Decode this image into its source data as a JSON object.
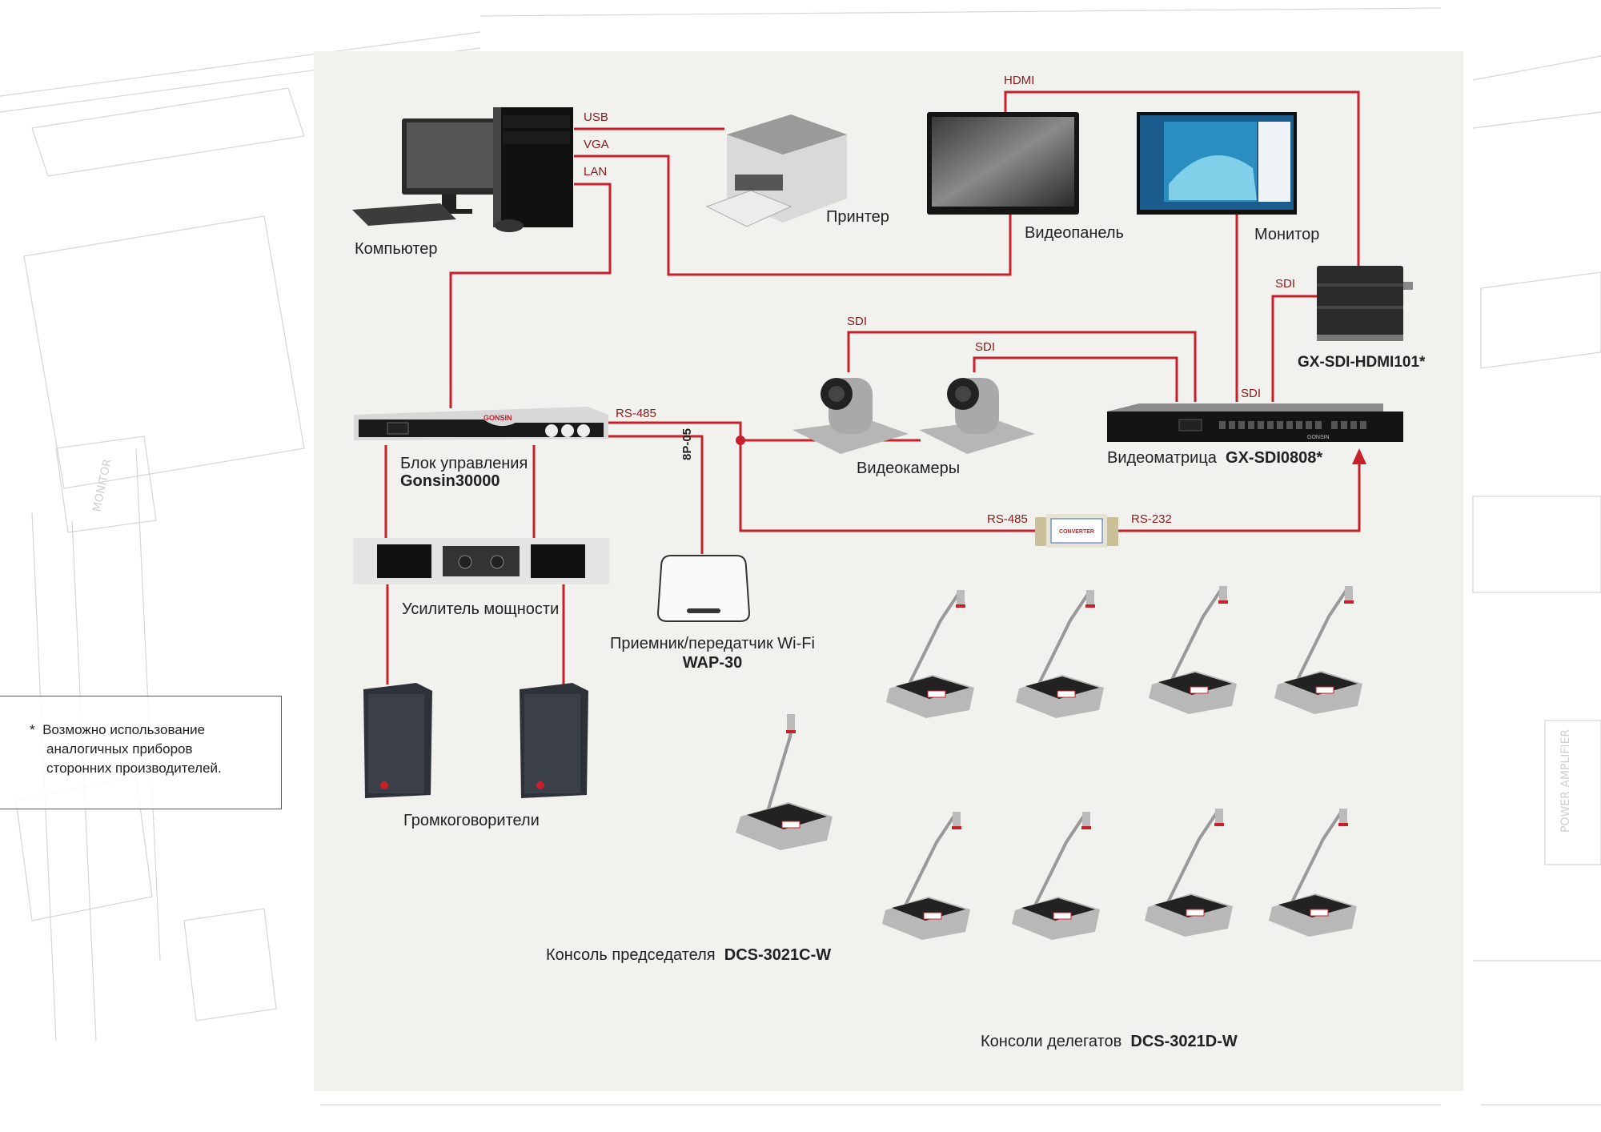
{
  "diagram": {
    "title": "Conference system connection diagram",
    "accent_color": "#c8202a",
    "wire_label_color": "#8b1a1a",
    "panel_color": "#f1f1ee"
  },
  "devices": {
    "computer": {
      "label": "Компьютер"
    },
    "printer": {
      "label": "Принтер"
    },
    "videopanel": {
      "label": "Видеопанель"
    },
    "monitor": {
      "label": "Монитор"
    },
    "hdmi_converter": {
      "model": "GX-SDI-HDMI101*"
    },
    "control_unit": {
      "label": "Блок управления",
      "model": "Gonsin30000"
    },
    "cameras": {
      "label": "Видеокамеры"
    },
    "video_matrix": {
      "label": "Видеоматрица",
      "model": "GX-SDI0808*"
    },
    "amplifier": {
      "label": "Усилитель мощности"
    },
    "wifi": {
      "label": "Приемник/передатчик Wi-Fi",
      "model": "WAP-30"
    },
    "speakers": {
      "label": "Громкоговорители"
    },
    "chairman": {
      "label": "Консоль председателя",
      "model": "DCS-3021C-W"
    },
    "delegates": {
      "label": "Консоли делегатов",
      "model": "DCS-3021D-W"
    },
    "rs_converter": {
      "text": "CONVERTER"
    }
  },
  "wires": {
    "usb": "USB",
    "vga": "VGA",
    "lan": "LAN",
    "hdmi": "HDMI",
    "sdi_converter": "SDI",
    "sdi_cam1": "SDI",
    "sdi_cam2": "SDI",
    "sdi_monitor": "SDI",
    "rs485_top": "RS-485",
    "rs485_conv": "RS-485",
    "rs232": "RS-232",
    "wifi_cable": "8P-05"
  },
  "note": {
    "asterisk": "*",
    "line1": "Возможно использование",
    "line2": "аналогичных приборов",
    "line3": "сторонних производителей."
  },
  "brand": {
    "name": "GONSIN"
  }
}
